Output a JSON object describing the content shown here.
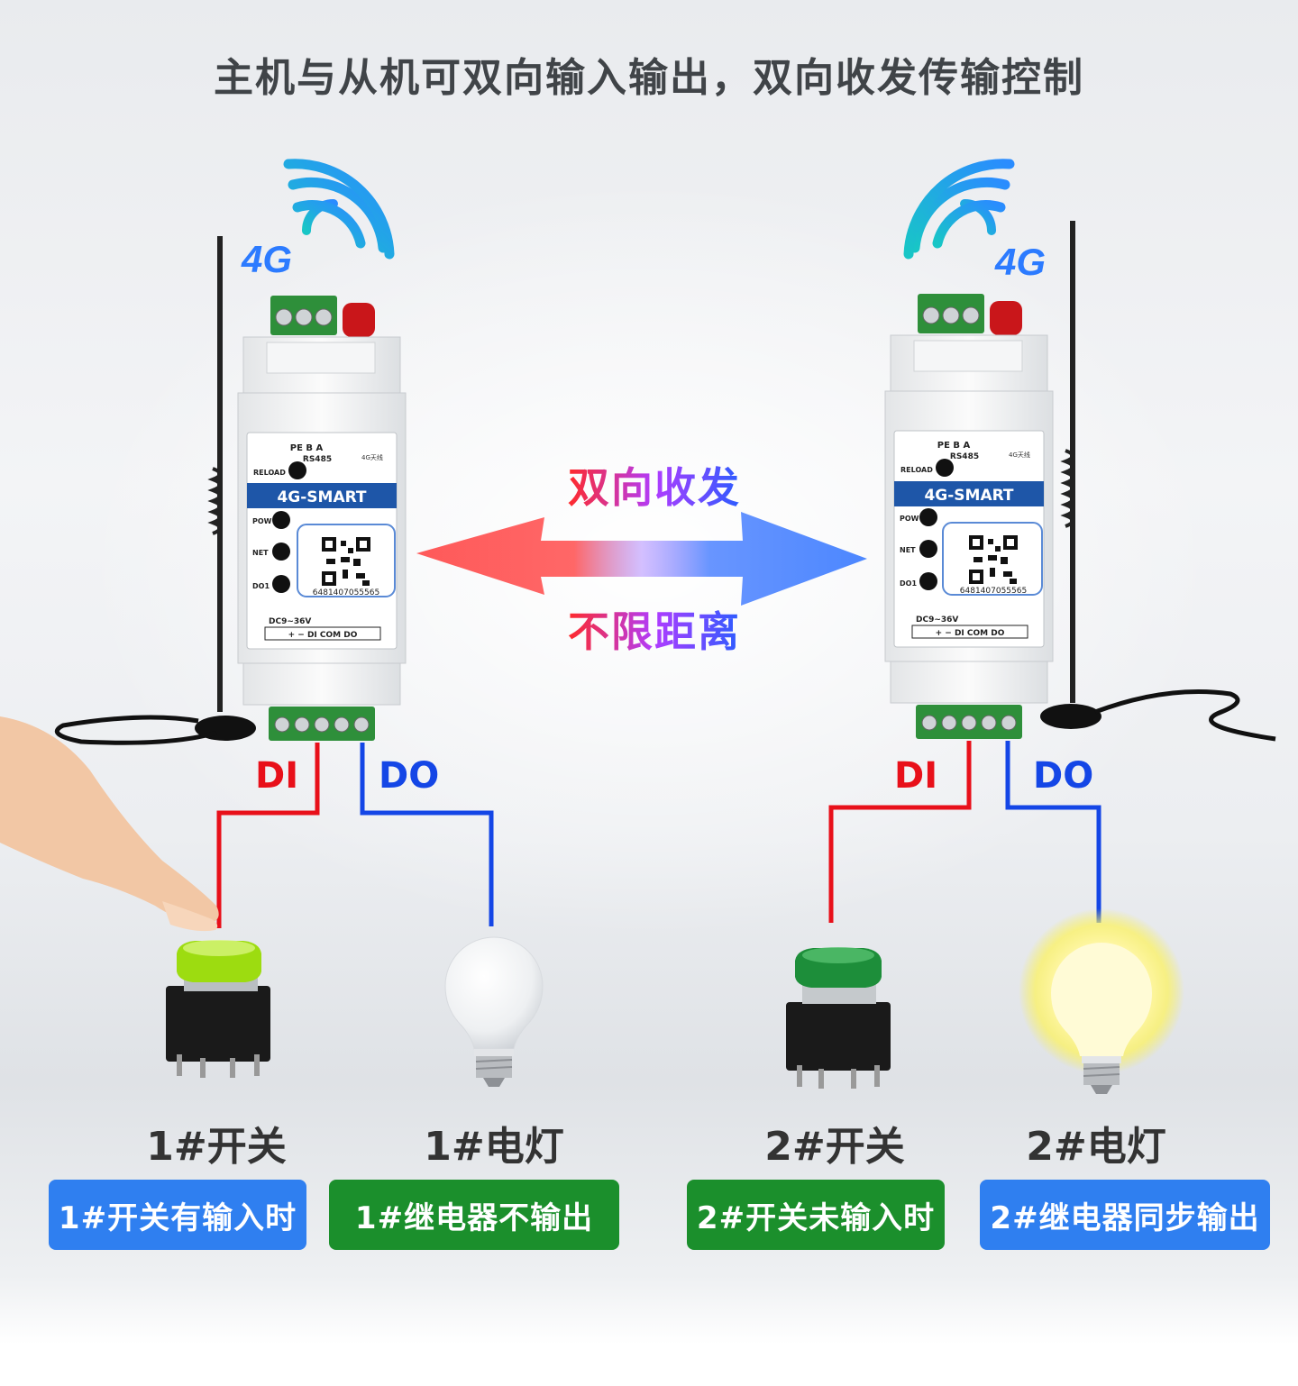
{
  "title": "主机与从机可双向输入输出，双向收发传输控制",
  "center": {
    "top_text": "双向收发",
    "bottom_text": "不限距离"
  },
  "device_left": {
    "name": "4G-SMART",
    "terminals_top": "PE B A",
    "rs485": "RS485",
    "antenna_label": "4G天线",
    "reload": "RELOAD",
    "leds": [
      "POW",
      "NET",
      "DO1"
    ],
    "serial": "6481407055565",
    "power": "DC9~36V",
    "terminals_bottom": "+ − DI COM DO",
    "badge_4g": "4G"
  },
  "device_right": {
    "name": "4G-SMART",
    "terminals_top": "PE B A",
    "rs485": "RS485",
    "antenna_label": "4G天线",
    "reload": "RELOAD",
    "leds": [
      "POW",
      "NET",
      "DO1"
    ],
    "serial": "6481407055565",
    "power": "DC9~36V",
    "terminals_bottom": "+ − DI COM DO",
    "badge_4g": "4G"
  },
  "wires": {
    "left_di": "DI",
    "left_do": "DO",
    "right_di": "DI",
    "right_do": "DO",
    "di_color": "#e8101a",
    "do_color": "#1446e6"
  },
  "items": [
    {
      "label": "1#开关",
      "caption": "1#开关有输入时",
      "caption_color": "blue"
    },
    {
      "label": "1#电灯",
      "caption": "1#继电器不输出",
      "caption_color": "green"
    },
    {
      "label": "2#开关",
      "caption": "2#开关未输入时",
      "caption_color": "green"
    },
    {
      "label": "2#电灯",
      "caption": "2#继电器同步输出",
      "caption_color": "blue"
    }
  ]
}
